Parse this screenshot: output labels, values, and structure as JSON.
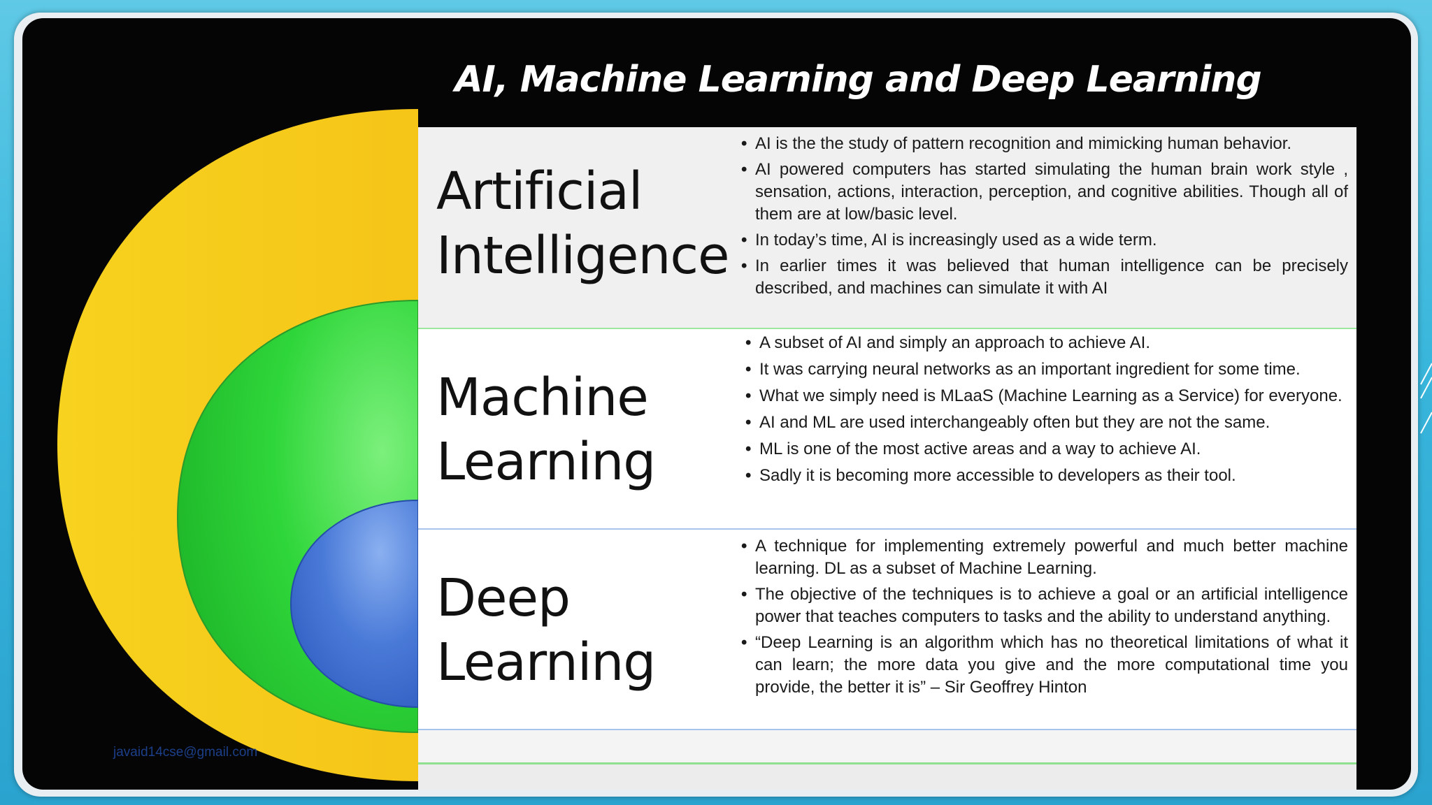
{
  "slide": {
    "title": "AI, Machine Learning and Deep Learning",
    "email": "javaid14cse@gmail.com",
    "colors": {
      "ai_arc": "#f5c518",
      "ml_arc": "#22cc33",
      "dl_arc": "#3b6fd4",
      "background": "#050505"
    },
    "sections": [
      {
        "heading_line1": "Artificial",
        "heading_line2": "Intelligence",
        "bullets": [
          "AI is the the study of pattern recognition and mimicking human behavior.",
          "AI powered computers has started simulating the human brain work style , sensation, actions, interaction, perception, and cognitive abilities. Though all of them are at low/basic level.",
          "In today’s time, AI is increasingly used as a wide term.",
          "In earlier times it was believed that human intelligence can be precisely described, and machines can simulate it with AI"
        ]
      },
      {
        "heading_line1": "Machine",
        "heading_line2": "Learning",
        "bullets": [
          "A subset of AI and simply an approach to achieve AI.",
          "It was carrying neural networks as an important ingredient for some time.",
          "What we simply need is MLaaS (Machine Learning as a Service) for everyone.",
          "AI and ML are used interchangeably often but they are not the same.",
          "ML is one of the most active areas and a way to achieve AI.",
          "Sadly it is becoming more accessible to developers as their tool."
        ]
      },
      {
        "heading_line1": "Deep",
        "heading_line2": "Learning",
        "bullets": [
          "A technique for implementing extremely powerful and much better machine learning. DL as a subset of Machine Learning.",
          "The objective of the techniques is to achieve a goal or an artificial intelligence power that teaches computers to tasks and the ability to understand anything.",
          "“Deep Learning is an algorithm which has no theoretical limitations of what it can learn; the more data you give and the more computational time you provide, the better it is” – Sir Geoffrey Hinton"
        ]
      }
    ]
  }
}
